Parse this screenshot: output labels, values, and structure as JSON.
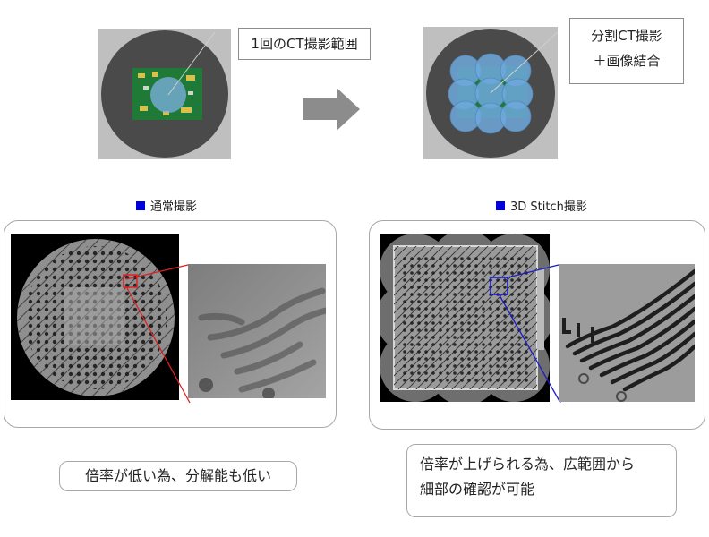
{
  "top": {
    "single_label": "1回のCT撮影範囲",
    "stitch_label_line1": "分割CT撮影",
    "stitch_label_line2": "＋画像結合"
  },
  "sections": {
    "normal_heading": "通常撮影",
    "stitch_heading": "3D Stitch撮影"
  },
  "notes": {
    "normal": "倍率が低い為、分解能も低い",
    "stitch_line1": "倍率が上げられる為、広範囲から",
    "stitch_line2": "細部の確認が可能"
  },
  "colors": {
    "heading_marker": "#0000dd",
    "normal_zoom_line": "#e02020",
    "stitch_zoom_line": "#1c1cc8",
    "stitch_circles": "#6fa8dc"
  },
  "icons": {
    "arrow": "right-arrow-icon"
  }
}
